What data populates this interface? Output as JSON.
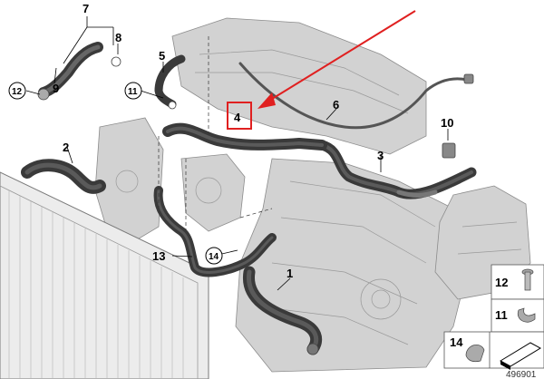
{
  "callouts": {
    "c1": "1",
    "c2": "2",
    "c3": "3",
    "c4": "4",
    "c5": "5",
    "c6": "6",
    "c7": "7",
    "c8": "8",
    "c9": "9",
    "c10": "10",
    "c11": "11",
    "c12": "12",
    "c13": "13",
    "c14": "14"
  },
  "legend": {
    "row12": "12",
    "row11": "11",
    "row14": "14"
  },
  "diagram_number": "496901",
  "colors": {
    "highlight": "#e02020",
    "hose": "#3a3a3a",
    "engine": "#c9c9c9"
  }
}
